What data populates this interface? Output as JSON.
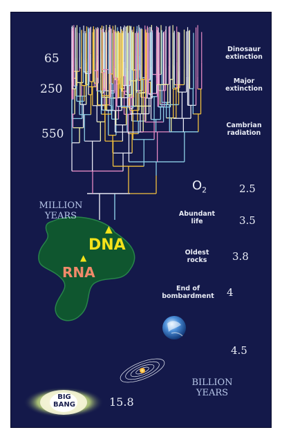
{
  "million_years": {
    "label_line1": "MILLION",
    "label_line2": "YEARS",
    "ticks": [
      "65",
      "250",
      "550"
    ]
  },
  "events": {
    "dinosaur": [
      "Dinosaur",
      "extinction"
    ],
    "major": [
      "Major",
      "extinction"
    ],
    "cambrian": [
      "Cambrian",
      "radiation"
    ],
    "abundant": [
      "Abundant",
      "life"
    ],
    "oldest": [
      "Oldest",
      "rocks"
    ],
    "bombardment": [
      "End of",
      "bombardment"
    ]
  },
  "billion_years": {
    "label_line1": "BILLION",
    "label_line2": "YEARS",
    "o2_value": "2.5",
    "abundant_value": "3.5",
    "oldest_value": "3.8",
    "bombardment_value": "4",
    "earth_value": "4.5",
    "big_bang_value": "15.8"
  },
  "labels": {
    "o2": "O",
    "o2_sub": "2",
    "dna": "DNA",
    "rna": "RNA",
    "big_bang_line1": "BIG",
    "big_bang_line2": "BANG"
  },
  "colors": {
    "background": "#14194a",
    "dna": "#f4e21a",
    "rna": "#f08a6a",
    "blob": "#0f5a2e",
    "tree_palette": [
      "#e7e8f2",
      "#f3c23d",
      "#e58ac4",
      "#8ed0e8",
      "#f2f2a6"
    ]
  }
}
